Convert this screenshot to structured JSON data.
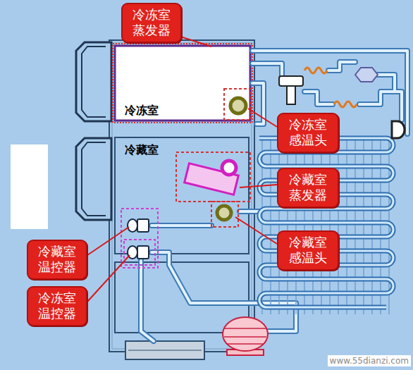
{
  "diagram": {
    "nodes": [
      {
        "text": [
          "冷冻室蒸发器"
        ]
      },
      {
        "text": [
          "冷冻室"
        ]
      },
      {
        "text": [
          "冷冻室感温头"
        ]
      },
      {
        "text": [
          "冷藏室"
        ]
      },
      {
        "text": [
          "冷藏室蒸发器"
        ]
      },
      {
        "text": [
          "冷藏室感温头"
        ]
      },
      {
        "text": [
          "冷藏室温控器"
        ]
      },
      {
        "text": [
          "冷冻室温控器"
        ]
      }
    ],
    "edges": [],
    "labels": [
      "www.55dianzi.com"
    ]
  }
}
